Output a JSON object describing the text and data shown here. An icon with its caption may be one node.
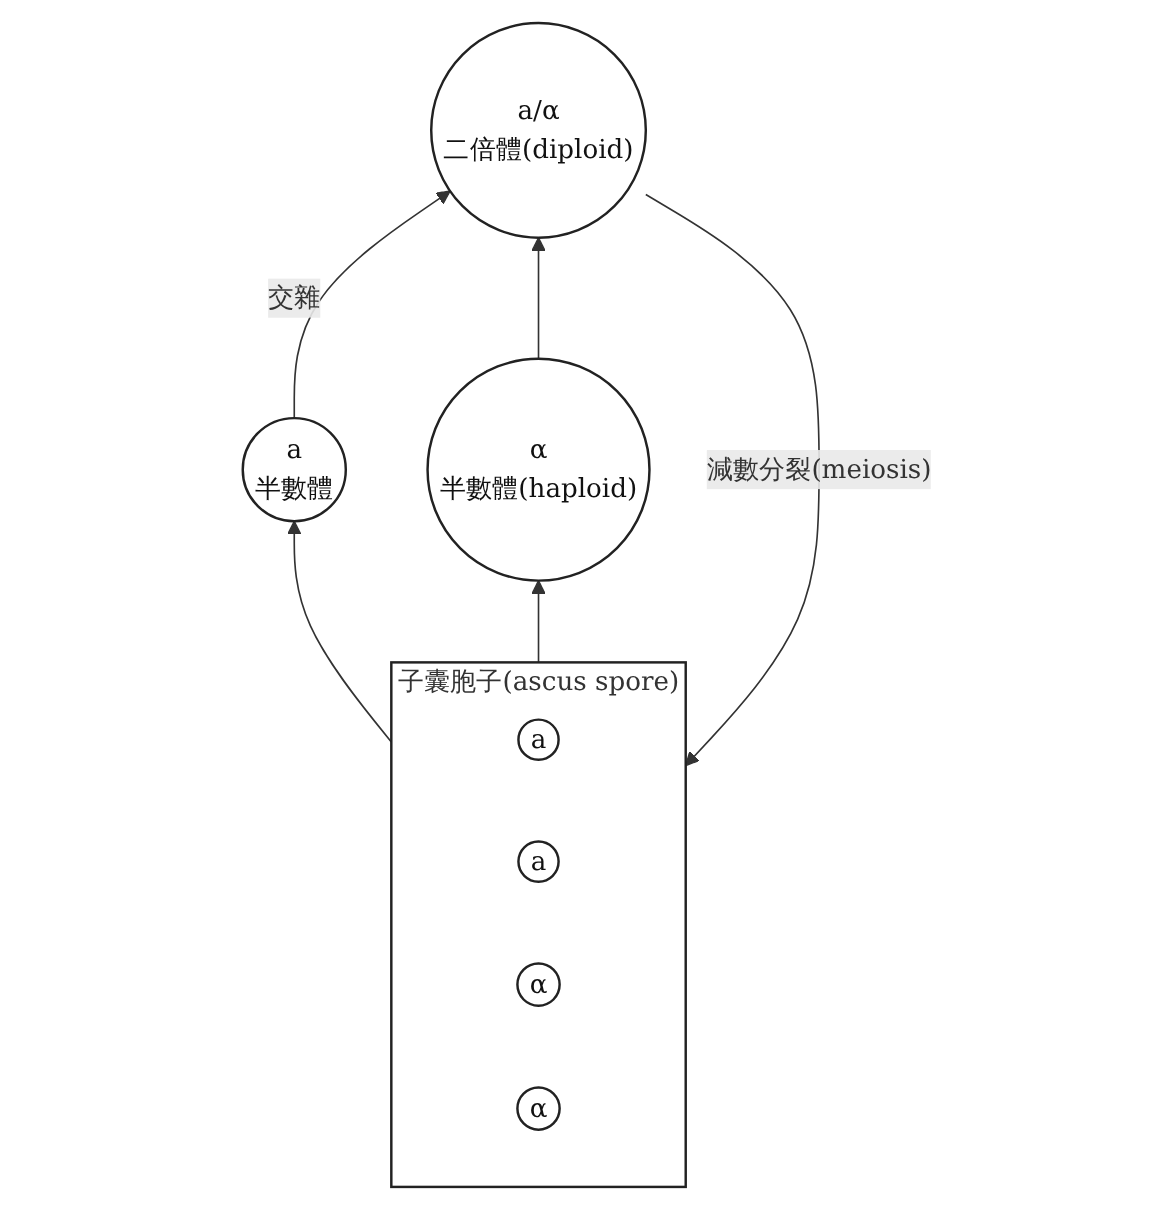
{
  "diagram": {
    "nodes": [
      {
        "text": [
          "a",
          "半數體"
        ]
      },
      {
        "text": [
          "α",
          "半數體(haploid)"
        ]
      },
      {
        "text": [
          "a/α",
          "二倍體(diploid)"
        ]
      },
      {
        "text": [
          "子囊胞子(ascus spore)"
        ]
      },
      {
        "text": [
          "a"
        ],
        "in": 3
      },
      {
        "text": [
          "a"
        ],
        "in": 3
      },
      {
        "text": [
          "α"
        ],
        "in": 3
      },
      {
        "text": [
          "α"
        ],
        "in": 3
      }
    ],
    "edges": [
      {
        "from": 0,
        "to": 2,
        "arrow": "to",
        "label": "交雜"
      },
      {
        "from": 1,
        "to": 2,
        "arrow": "to"
      },
      {
        "from": 2,
        "to": 3,
        "arrow": "to",
        "label": "減數分裂(meiosis)"
      },
      {
        "from": 3,
        "to": 0,
        "arrow": "to"
      },
      {
        "from": 3,
        "to": 1,
        "arrow": "to"
      }
    ]
  }
}
